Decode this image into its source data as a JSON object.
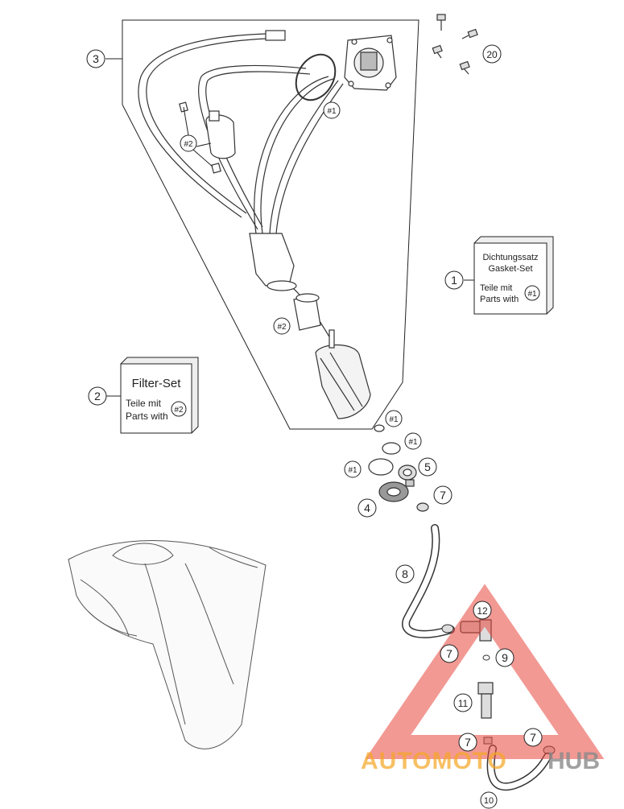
{
  "callouts": {
    "c1": "1",
    "c2": "2",
    "c3": "3",
    "c4": "4",
    "c5": "5",
    "c7": "7",
    "c8": "8",
    "c9": "9",
    "c10": "10",
    "c11": "11",
    "c12": "12",
    "c20": "20"
  },
  "refs": {
    "set1": "#1",
    "set2": "#2"
  },
  "gasket_box": {
    "title_de": "Dichtungssatz",
    "title_en": "Gasket-Set",
    "line1": "Teile mit",
    "line2": "Parts with"
  },
  "filter_box": {
    "title": "Filter-Set",
    "line1": "Teile mit",
    "line2": "Parts with"
  },
  "watermark": {
    "left": "AUTOMOTO",
    "right": "HUB"
  },
  "colors": {
    "line": "#222222",
    "watermark_red": "#e8463c",
    "watermark_orange": "#f5a623",
    "watermark_gray": "#8a8a8a"
  }
}
